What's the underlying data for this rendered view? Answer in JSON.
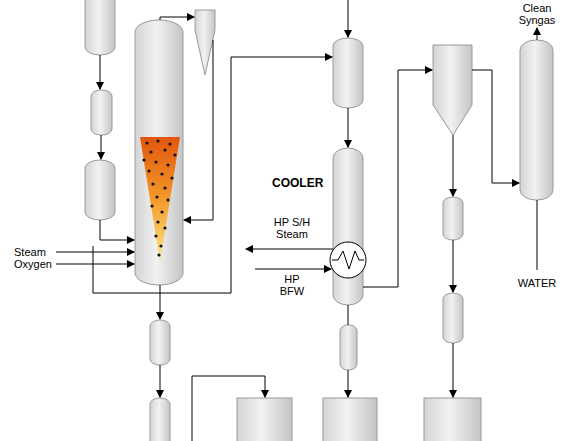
{
  "diagram": {
    "labels": [
      "Clean Syngas",
      "COOLER",
      "HP S/H Steam",
      "HP BFW",
      "Steam",
      "Oxygen",
      "WATER"
    ]
  }
}
